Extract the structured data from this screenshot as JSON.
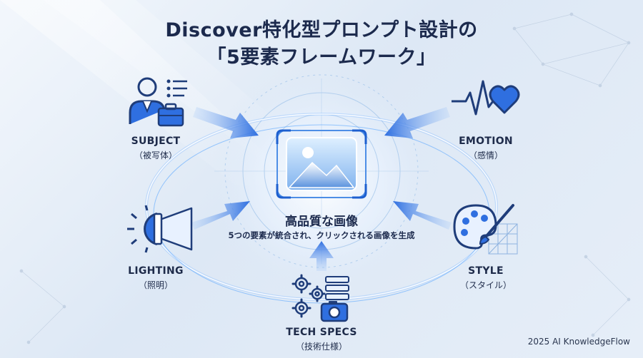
{
  "title": {
    "line1": "Discover特化型プロンプト設計の",
    "line2": "「5要素フレームワーク」"
  },
  "center": {
    "icon": "image-icon",
    "title": "高品質な画像",
    "subtitle": "5つの要素が統合され、クリックされる画像を生成"
  },
  "elements": [
    {
      "id": "subject",
      "en": "SUBJECT",
      "jp": "（被写体）",
      "icon": "person-briefcase-icon"
    },
    {
      "id": "emotion",
      "en": "EMOTION",
      "jp": "（感情）",
      "icon": "heartbeat-icon"
    },
    {
      "id": "lighting",
      "en": "LIGHTING",
      "jp": "（照明）",
      "icon": "spotlight-icon"
    },
    {
      "id": "style",
      "en": "STYLE",
      "jp": "（スタイル）",
      "icon": "palette-brush-icon"
    },
    {
      "id": "techspecs",
      "en": "TECH SPECS",
      "jp": "（技術仕様）",
      "icon": "gears-camera-icon"
    }
  ],
  "credit": "2025 AI KnowledgeFlow",
  "colors": {
    "navy": "#1c2a4d",
    "accent_blue": "#2f6fe0",
    "glow_blue": "#6fb3ff",
    "background": "#e6eef8"
  }
}
